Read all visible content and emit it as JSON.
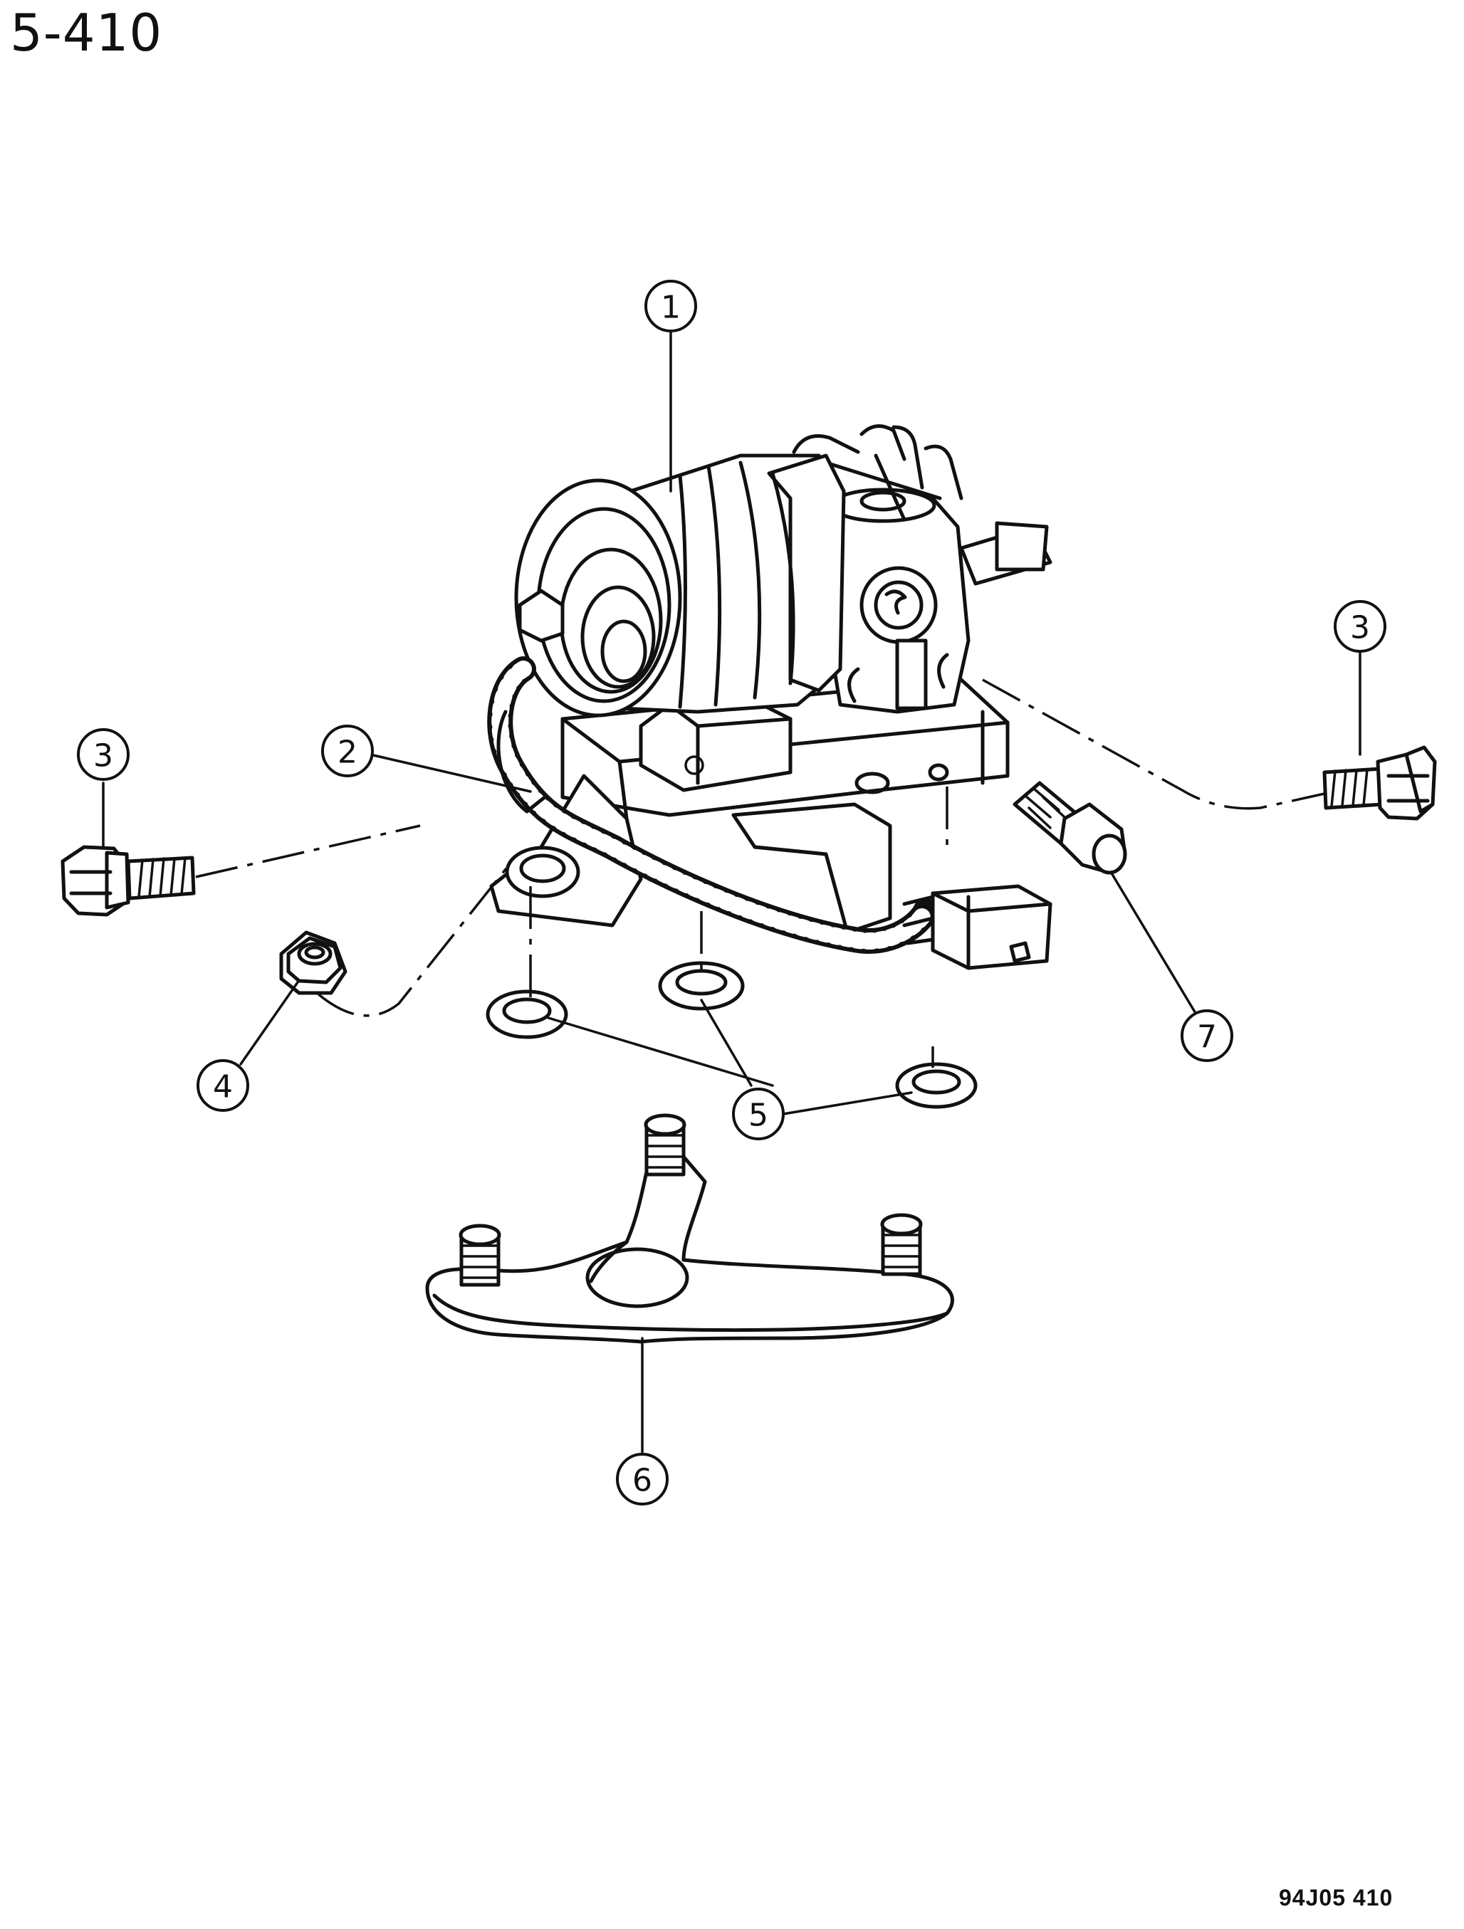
{
  "header": {
    "page_code": "5-410"
  },
  "footer": {
    "figure_code": "94J05  410"
  },
  "callouts": [
    {
      "id": "c1",
      "label": "1"
    },
    {
      "id": "c2",
      "label": "2"
    },
    {
      "id": "c3a",
      "label": "3"
    },
    {
      "id": "c3b",
      "label": "3"
    },
    {
      "id": "c4",
      "label": "4"
    },
    {
      "id": "c5",
      "label": "5"
    },
    {
      "id": "c6",
      "label": "6"
    },
    {
      "id": "c7",
      "label": "7"
    }
  ]
}
